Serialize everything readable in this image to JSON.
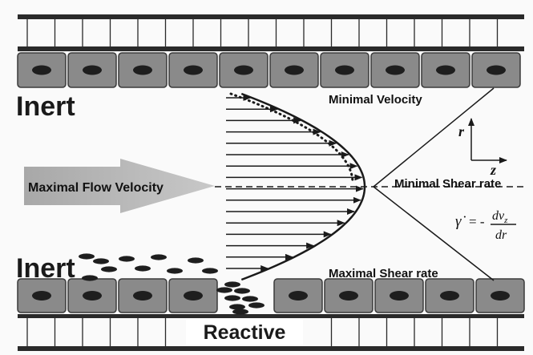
{
  "labels": {
    "inert_top": "Inert",
    "inert_bottom": "Inert",
    "reactive": "Reactive",
    "minimal_velocity": "Minimal Velocity",
    "maximal_flow_velocity": "Maximal Flow Velocity",
    "minimal_shear_rate": "Minimal Shear rate",
    "maximal_shear_rate": "Maximal Shear rate"
  },
  "axes": {
    "r": "r",
    "z": "z"
  },
  "formula": {
    "lhs": "γ̇",
    "eq": "= -",
    "numerator": "dv",
    "numerator_sub": "z",
    "denominator": "dr"
  },
  "colors": {
    "cell_fill": "#8a8a8a",
    "nucleus_fill": "#1e1e1e",
    "wall": "#2a2a2a",
    "arrow": "#1a1a1a",
    "big_arrow": "#b8b8b8"
  },
  "flow_profile": {
    "arrow_count": 16,
    "shape": "parabolic"
  }
}
